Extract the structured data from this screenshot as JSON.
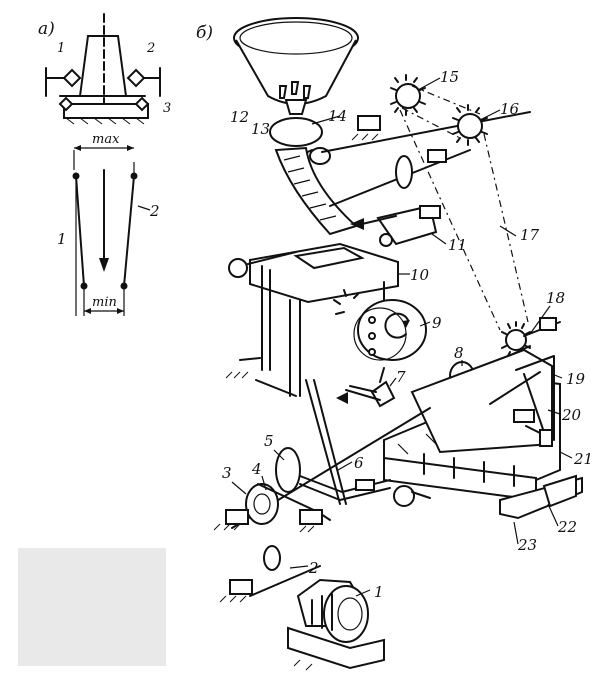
{
  "panel_a": {
    "panel_label": "а)",
    "top_numbers": [
      "1",
      "2",
      "3"
    ],
    "lower_numbers": [
      "1",
      "2"
    ],
    "dimension_max": "max",
    "dimension_min": "min"
  },
  "panel_b": {
    "panel_label": "б)",
    "part_numbers": [
      "1",
      "2",
      "3",
      "4",
      "5",
      "6",
      "7",
      "8",
      "9",
      "10",
      "11",
      "12",
      "13",
      "14",
      "15",
      "16",
      "17",
      "18",
      "19",
      "20",
      "21",
      "22",
      "23"
    ]
  }
}
